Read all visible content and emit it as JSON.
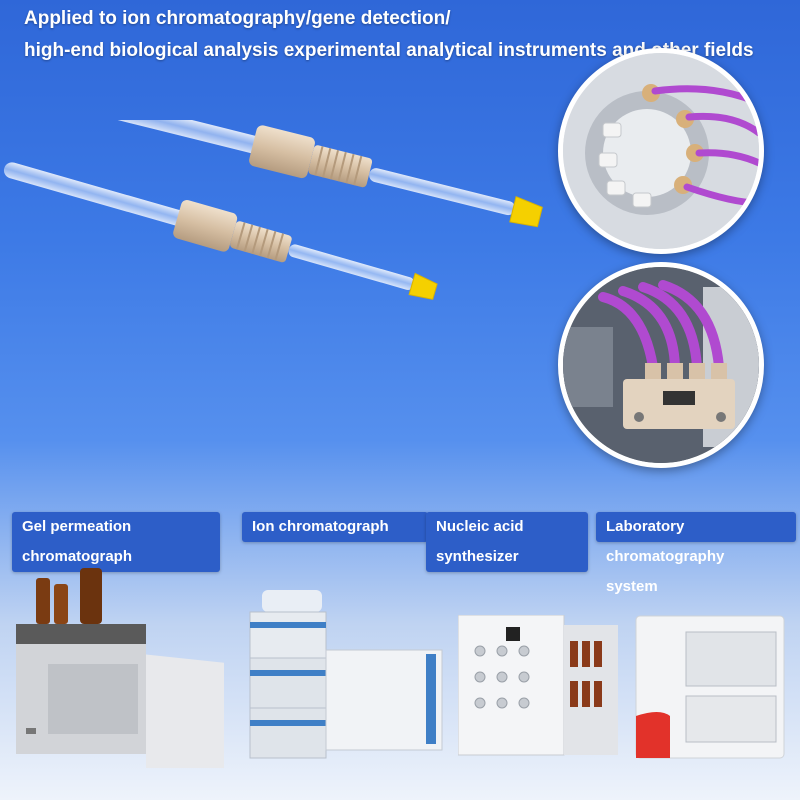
{
  "headline": {
    "line1": "Applied to ion chromatography/gene detection/",
    "line2": "high-end biological analysis experimental analytical instruments and other fields"
  },
  "applications": [
    {
      "label_line1": "Gel permeation",
      "label_line2": "chromatograph"
    },
    {
      "label_line1": "Ion chromatograph",
      "label_line2": ""
    },
    {
      "label_line1": "Nucleic acid",
      "label_line2": "synthesizer"
    },
    {
      "label_line1": "Laboratory",
      "label_line2": "chromatography",
      "label_line3": "system"
    }
  ],
  "colors": {
    "background_top": "#2f67d8",
    "tag_background": "#2d5ec8",
    "fitting_color": "#d8c2a8",
    "ferrule_color": "#f5d000",
    "tubing_color": "#b04ad0"
  }
}
